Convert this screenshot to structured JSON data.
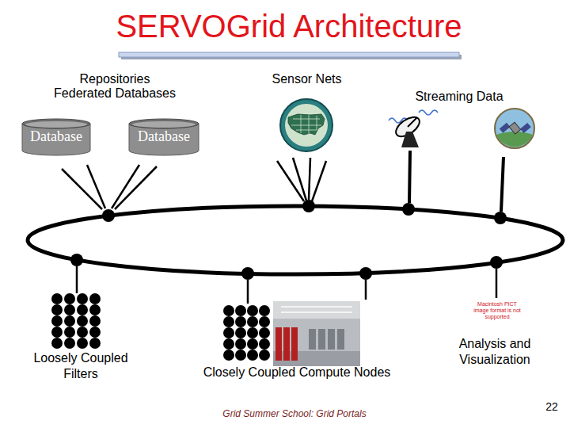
{
  "diagram": {
    "title": "SERVOGrid Architecture",
    "caption": "Grid Summer School: Grid Portals",
    "nodes": [
      {
        "text": [
          "Database"
        ]
      },
      {
        "text": [
          "Database"
        ]
      },
      {
        "text": [
          "Sensor Nets"
        ]
      },
      {
        "text": [
          "Streaming Data"
        ]
      },
      {
        "text": [
          "Loosely Coupled Filters"
        ]
      },
      {
        "text": [
          "Closely Coupled Compute Nodes"
        ]
      },
      {
        "text": [
          "Analysis and Visualization"
        ]
      }
    ],
    "labels": [
      "Repositories Federated Databases",
      "Macintosh PICT image format is not supported",
      "22"
    ]
  }
}
